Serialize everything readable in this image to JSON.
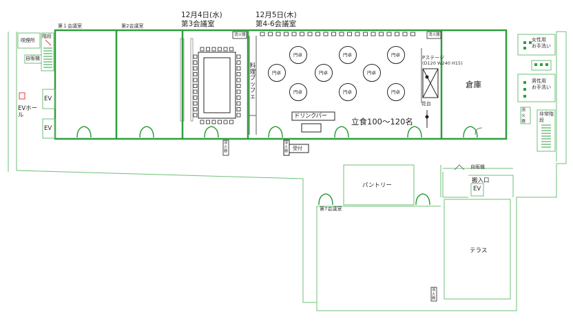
{
  "headers": {
    "day1": "12月4日(水)",
    "day1_room": "第3会議室",
    "day2": "12月5日(木)",
    "day2_room": "第4-6会議室"
  },
  "rooms": {
    "room1": "第１会議室",
    "room2": "第2会議室",
    "room7": "第7会議室",
    "warehouse": "倉庫",
    "pantry": "パントリー",
    "terrace": "テラス",
    "smoking": "喫煙所",
    "stairs": "階段",
    "vending": "自販機",
    "ev_hall": "EVホール",
    "ev": "EV",
    "womens": "女性用\nお手洗い",
    "mens": "男性用\nお手洗い",
    "emergency_stairs": "非常階段",
    "fire_ext": "消火器",
    "vending2": "自販機",
    "loading_entrance": "搬入口",
    "loading_ev": "EV"
  },
  "event": {
    "round_table": "円卓",
    "stage": "Pステージ",
    "stage_dims": "(D120 W240 H15)",
    "flower_stand": "花台",
    "buffet": "料理ブッフェ",
    "drink_bar": "ドリンクバー",
    "capacity": "立食100～120名",
    "reception": "受付",
    "fire_extinguisher": "消火器"
  },
  "colors": {
    "wall": "#2e9e3e",
    "outline": "#5cb868",
    "door": "#2e9e3e",
    "stair_red": "#e23a3a"
  }
}
